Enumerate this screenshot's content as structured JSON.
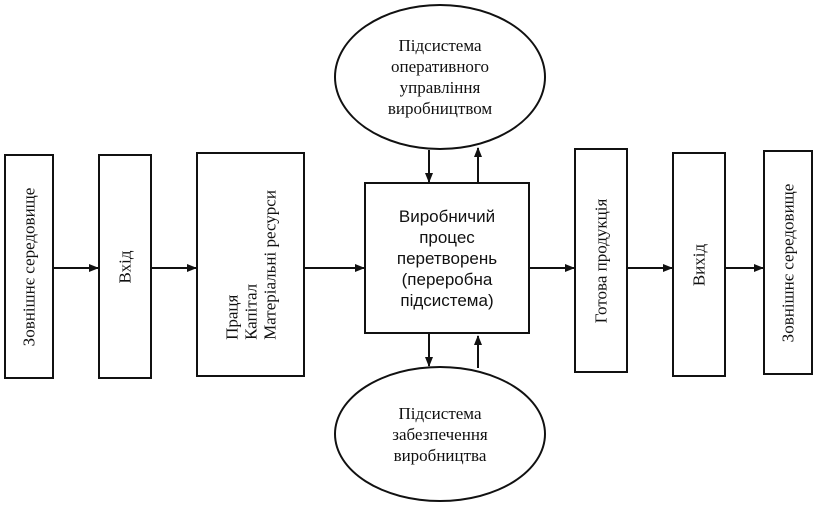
{
  "boxes": {
    "env_in": [
      "Зовнішнє середовище"
    ],
    "input": [
      "Вхід"
    ],
    "resources": [
      "Праця",
      "Капітал",
      "Матеріальні ресурси"
    ],
    "product": [
      "Готова продукція"
    ],
    "output": [
      "Вихід"
    ],
    "env_out": [
      "Зовнішнє середовище"
    ]
  },
  "center": [
    "Виробничий",
    "процес",
    "перетворень",
    "(переробна",
    "підсистема)"
  ],
  "top_ellipse": [
    "Підсистема",
    "оперативного",
    "управління",
    "виробництвом"
  ],
  "bottom_ellipse": [
    "Підсистема",
    "забезпечення",
    "виробництва"
  ]
}
